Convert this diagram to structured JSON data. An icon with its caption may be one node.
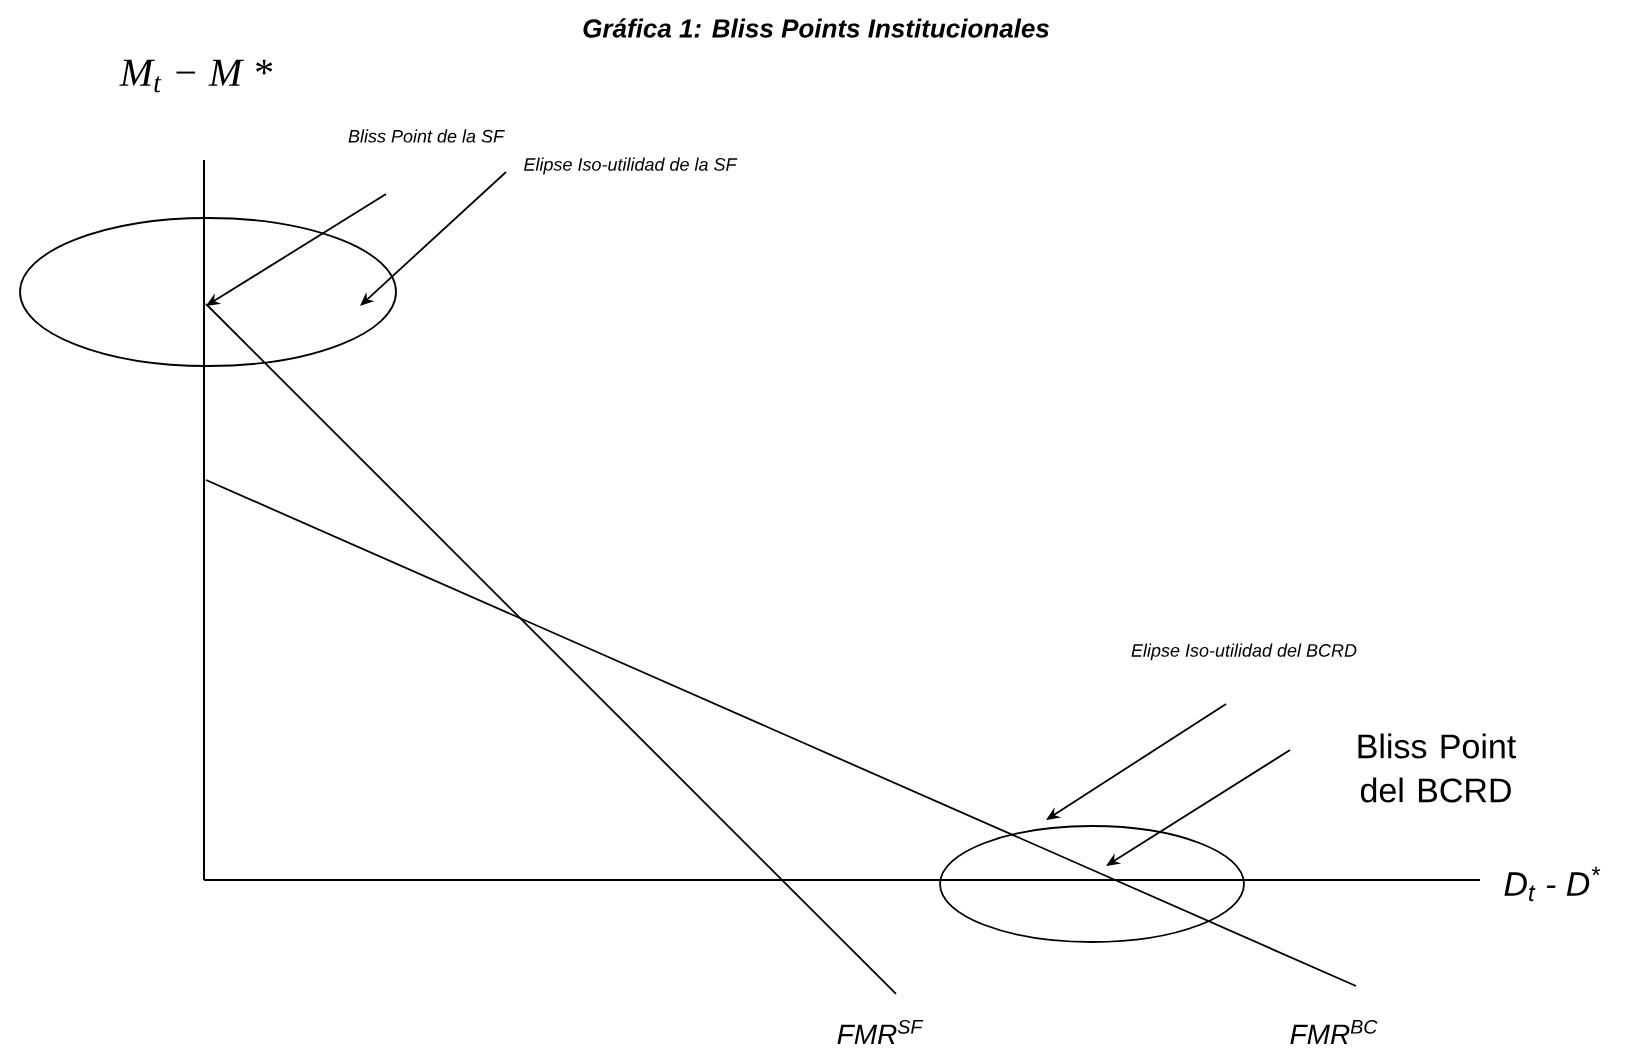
{
  "diagram": {
    "title": "Gráfica 1: Bliss Points Institucionales",
    "nodes": [
      {
        "text": [],
        "shape": "ellipse"
      },
      {
        "text": [],
        "shape": "ellipse"
      },
      {
        "text": [
          "Bliss Point de la SF"
        ]
      },
      {
        "text": [
          "Elipse Iso-utilidad de la SF"
        ]
      },
      {
        "text": [
          "Elipse Iso-utilidad del BCRD"
        ]
      },
      {
        "text": [
          "Bliss Point del BCRD"
        ]
      }
    ],
    "edges": [
      {
        "from": 2,
        "to": 0,
        "arrow": "to"
      },
      {
        "from": 3,
        "to": 0,
        "arrow": "to"
      },
      {
        "from": 4,
        "to": 1,
        "arrow": "to"
      },
      {
        "from": 5,
        "to": 1,
        "arrow": "to"
      }
    ],
    "labels": [
      "M$_{t}$ − M *",
      "D$_{t}$ - D$^{*}$",
      "FMR$^{SF}$",
      "FMR$^{BC}$"
    ]
  }
}
